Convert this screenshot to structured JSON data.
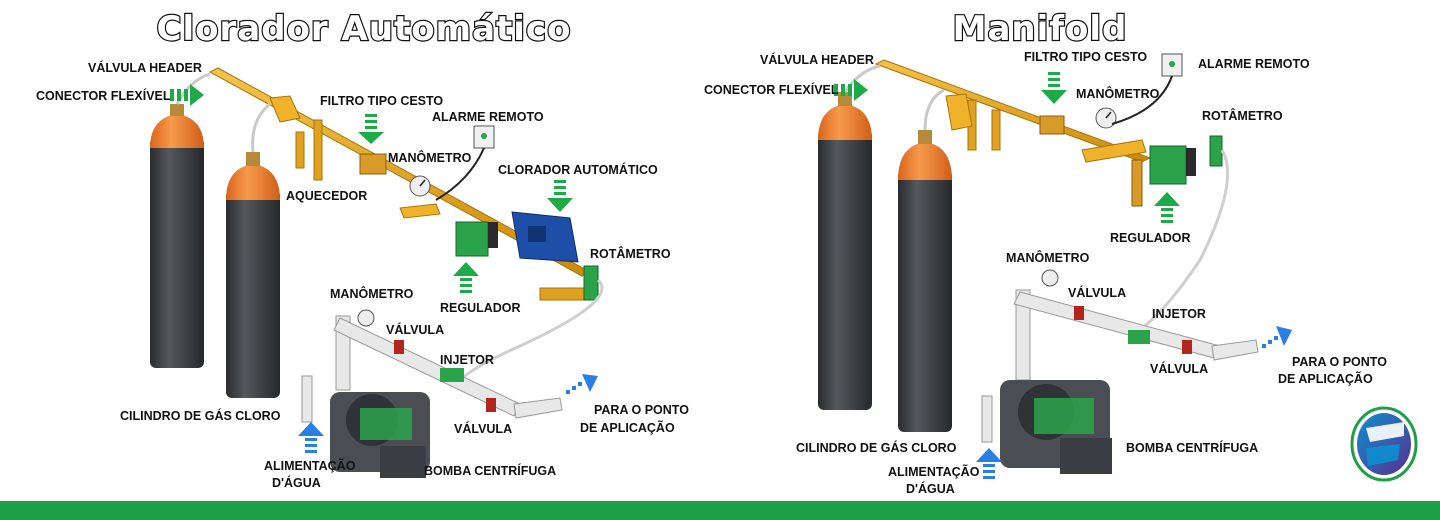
{
  "left": {
    "title": "Clorador Automático",
    "labels": {
      "valvula_header": "VÁLVULA HEADER",
      "conector_flexivel": "CONECTOR FLEXÍVEL",
      "filtro_tipo_cesto": "FILTRO TIPO CESTO",
      "alarme_remoto": "ALARME REMOTO",
      "manometro_top": "MANÔMETRO",
      "aquecedor": "AQUECEDOR",
      "clorador_automatico": "CLORADOR AUTOMÁTICO",
      "rotametro": "ROTÂMETRO",
      "regulador": "REGULADOR",
      "manometro_bottom": "MANÔMETRO",
      "valvula_upper": "VÁLVULA",
      "injetor": "INJETOR",
      "para_o_ponto": "PARA O PONTO",
      "de_aplicacao": "DE APLICAÇÃO",
      "valvula_lower": "VÁLVULA",
      "cilindro": "CILINDRO DE GÁS CLORO",
      "alimentacao": "ALIMENTAÇÃO",
      "dagua": "D'ÁGUA",
      "bomba": "BOMBA CENTRÍFUGA"
    }
  },
  "right": {
    "title": "Manifold",
    "labels": {
      "valvula_header": "VÁLVULA HEADER",
      "conector_flexivel": "CONECTOR FLEXÍVEL",
      "filtro_tipo_cesto": "FILTRO TIPO CESTO",
      "alarme_remoto": "ALARME REMOTO",
      "manometro_top": "MANÔMETRO",
      "rotametro": "ROTÂMETRO",
      "regulador": "REGULADOR",
      "manometro_mid": "MANÔMETRO",
      "valvula_upper": "VÁLVULA",
      "injetor": "INJETOR",
      "para_o_ponto": "PARA O PONTO",
      "de_aplicacao": "DE APLICAÇÃO",
      "valvula_lower": "VÁLVULA",
      "cilindro": "CILINDRO DE GÁS CLORO",
      "alimentacao": "ALIMENTAÇÃO",
      "dagua": "D'ÁGUA",
      "bomba": "BOMBA CENTRÍFUGA"
    }
  },
  "colors": {
    "cylinder_body": "#3b3d40",
    "cylinder_cap": "#f07e2e",
    "pipe": "#e7a516",
    "green_device": "#2aa34a",
    "blue_device": "#1e4fa8",
    "arrow_green": "#1faa4a",
    "arrow_blue": "#2a7fe6",
    "bar": "#1e9e47"
  },
  "icons": {
    "logo": "company-logo-icon"
  }
}
